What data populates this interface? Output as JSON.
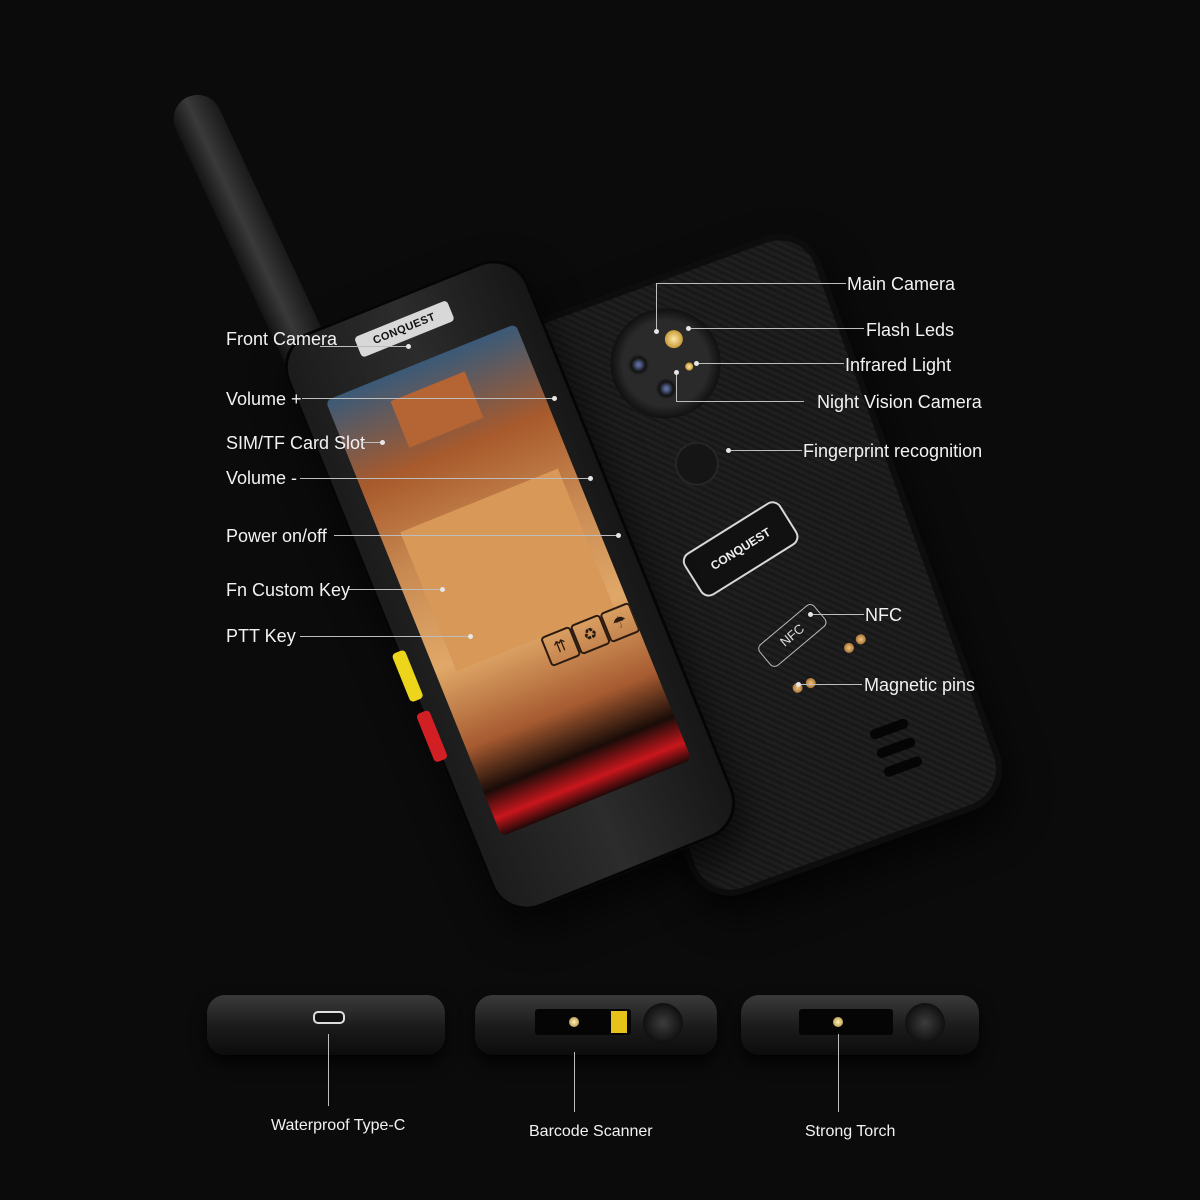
{
  "labels": {
    "main_camera": "Main Camera",
    "flash_leds": "Flash Leds",
    "infrared_light": "Infrared  Light",
    "night_vision_camera": "Night Vision Camera",
    "fingerprint_recognition": "Fingerprint recognition",
    "nfc": "NFC",
    "magnetic_pins": "Magnetic pins",
    "front_camera": "Front Camera",
    "volume_up": "Volume +",
    "sim_tf_card_slot": "SIM/TF Card Slot",
    "volume_down": "Volume -",
    "power_on_off": "Power on/off",
    "fn_custom_key": "Fn Custom Key",
    "ptt_key": "PTT Key",
    "waterproof_type_c": "Waterproof Type-C",
    "barcode_scanner": "Barcode Scanner",
    "strong_torch": "Strong Torch"
  },
  "device": {
    "brand_front": "CONQUEST",
    "brand_back": "CONQUEST",
    "nfc_badge": "NFC"
  },
  "colors": {
    "background": "#0b0b0b",
    "fn_key": "#ecd51a",
    "ptt_key": "#d21f24"
  }
}
